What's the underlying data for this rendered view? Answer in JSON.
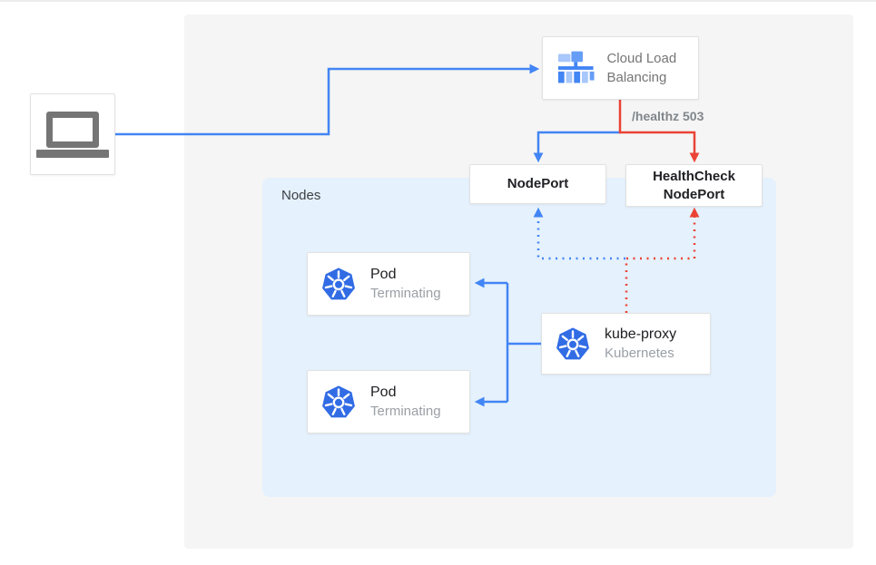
{
  "diagram": {
    "group_label": "Nodes",
    "client": {
      "icon": "laptop-icon"
    },
    "clb": {
      "label": "Cloud Load Balancing",
      "icon": "cloud-load-balancing-icon"
    },
    "nodeport": {
      "label": "NodePort"
    },
    "healthcheck_nodeport": {
      "label": "HealthCheck NodePort"
    },
    "pod1": {
      "label": "Pod",
      "status": "Terminating",
      "icon": "kubernetes-icon"
    },
    "pod2": {
      "label": "Pod",
      "status": "Terminating",
      "icon": "kubernetes-icon"
    },
    "kube_proxy": {
      "label": "kube-proxy",
      "sublabel": "Kubernetes",
      "icon": "kubernetes-icon"
    },
    "edge_label_healthz": "/healthz 503"
  },
  "edges": [
    {
      "id": "client-to-clb",
      "from": "client",
      "to": "cloud-load-balancing",
      "style": "solid",
      "color": "#4285F4"
    },
    {
      "id": "clb-to-nodeport",
      "from": "cloud-load-balancing",
      "to": "nodeport",
      "style": "solid",
      "color": "#4285F4"
    },
    {
      "id": "clb-to-healthcheck",
      "from": "cloud-load-balancing",
      "to": "healthcheck-nodeport",
      "style": "solid",
      "color": "#EA4335",
      "label": "/healthz 503"
    },
    {
      "id": "kubeproxy-to-nodeport",
      "from": "kube-proxy",
      "to": "nodeport",
      "style": "dotted",
      "color": "#4285F4"
    },
    {
      "id": "kubeproxy-to-healthcheck",
      "from": "kube-proxy",
      "to": "healthcheck-nodeport",
      "style": "dotted",
      "color": "#EA4335"
    },
    {
      "id": "kubeproxy-to-pod1",
      "from": "kube-proxy",
      "to": "pod-1",
      "style": "solid",
      "color": "#4285F4"
    },
    {
      "id": "kubeproxy-to-pod2",
      "from": "kube-proxy",
      "to": "pod-2",
      "style": "solid",
      "color": "#4285F4"
    }
  ],
  "colors": {
    "blue": "#4285F4",
    "red": "#EA4335",
    "kubernetes_blue": "#326CE5",
    "icon_gray": "#757575",
    "text_dark": "#202124",
    "text_gray": "#757575",
    "text_light_gray": "#9aa0a6",
    "panel_gray": "#f5f5f5",
    "nodes_blue": "#e5f1fc"
  }
}
